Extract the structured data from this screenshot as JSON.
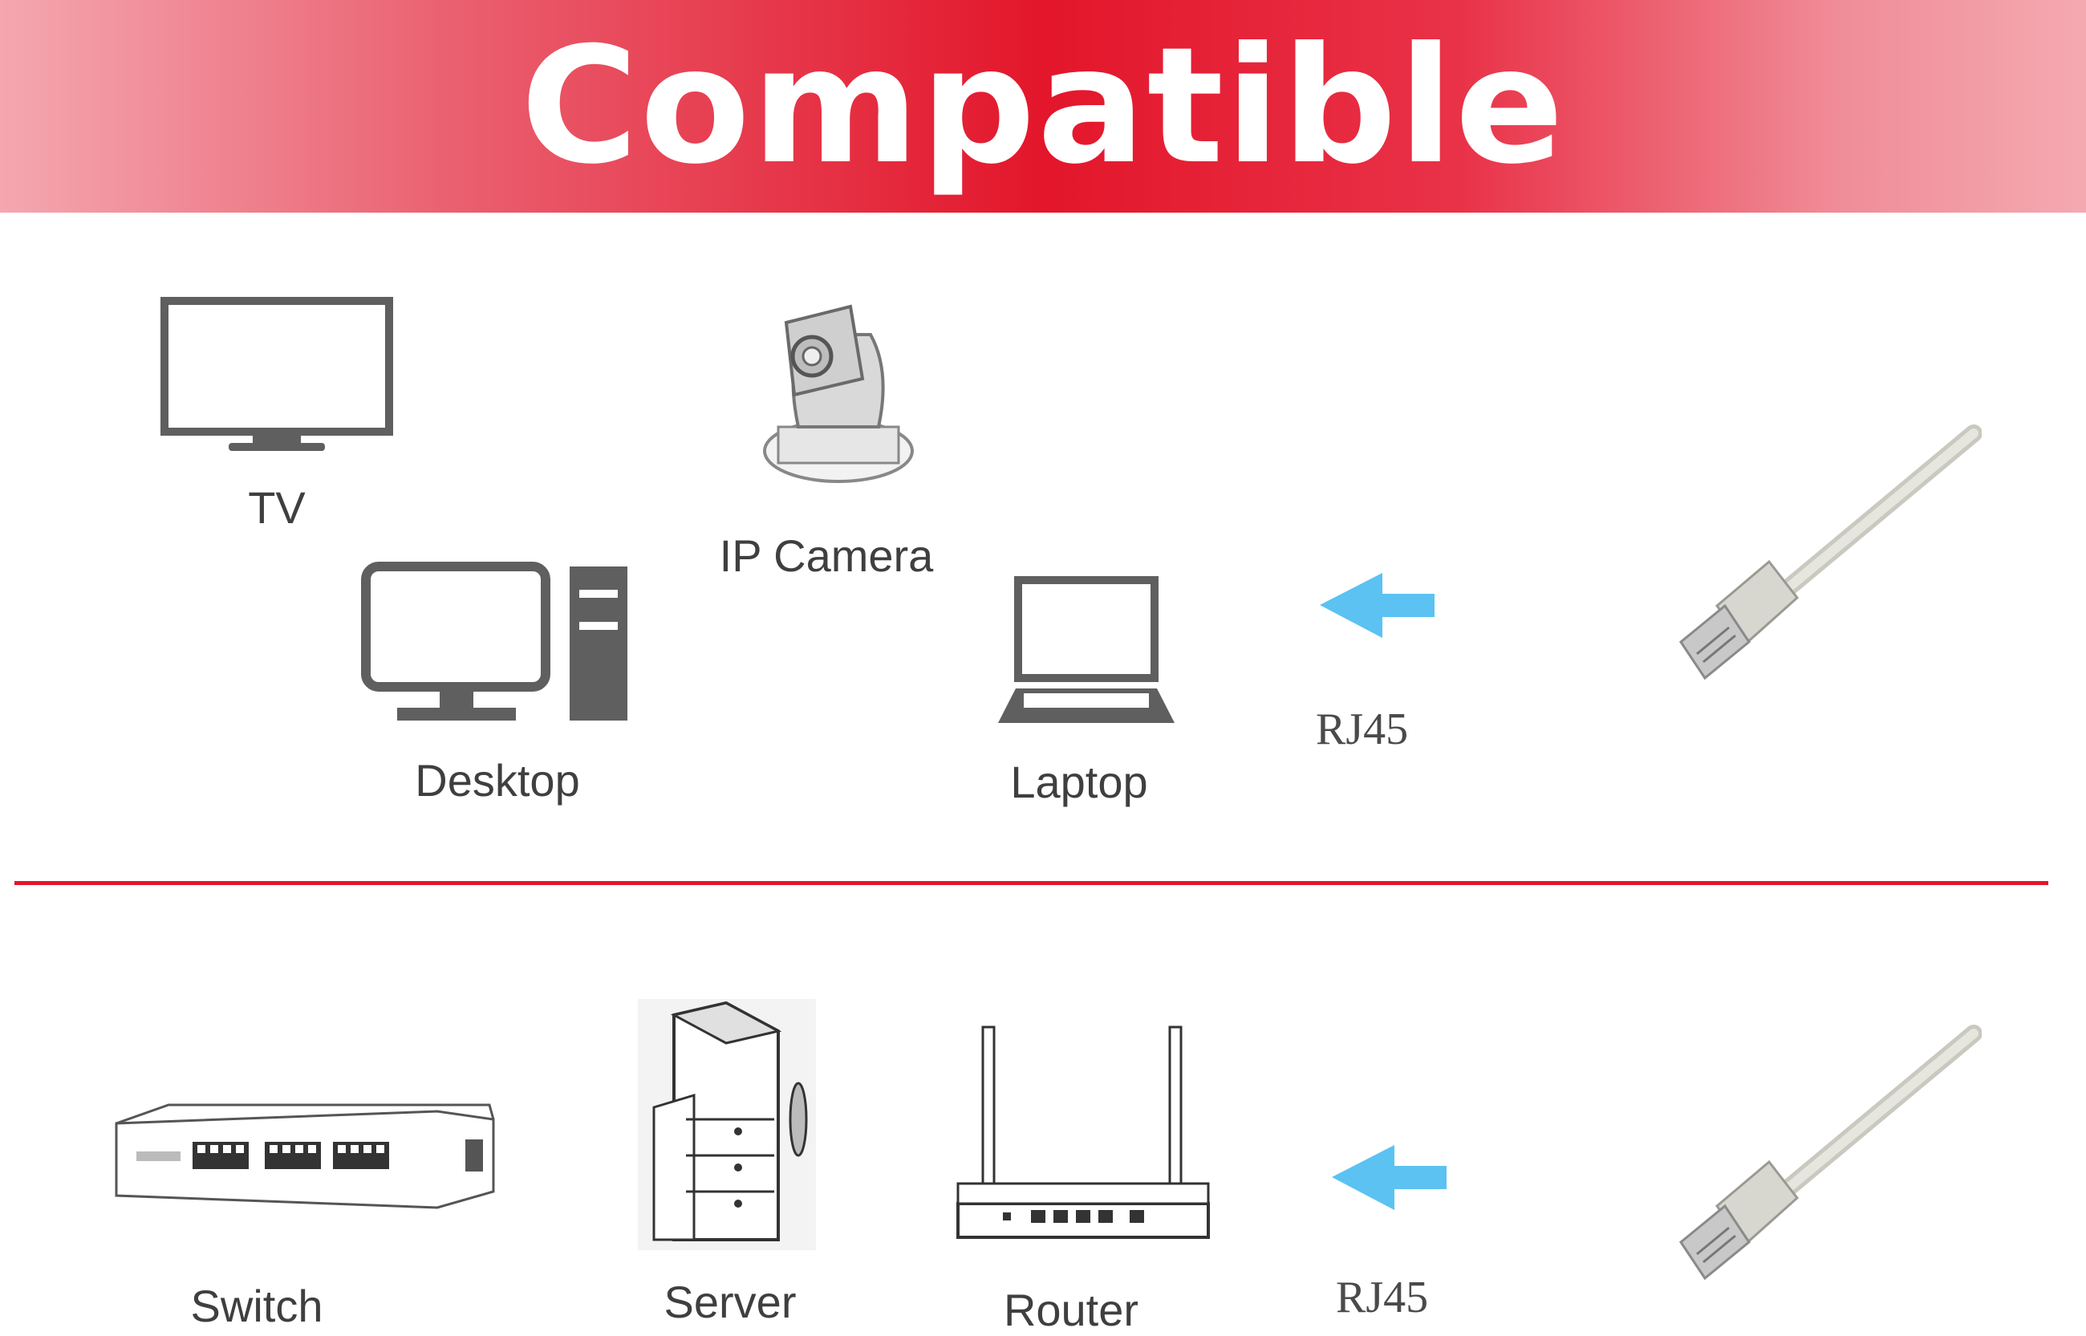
{
  "banner": {
    "title": "Compatible"
  },
  "top_section": {
    "devices": [
      {
        "label": "TV",
        "icon": "tv-icon"
      },
      {
        "label": "IP Camera",
        "icon": "ip-camera-icon"
      },
      {
        "label": "Desktop",
        "icon": "desktop-icon"
      },
      {
        "label": "Laptop",
        "icon": "laptop-icon"
      }
    ],
    "connector_label": "RJ45"
  },
  "bottom_section": {
    "devices": [
      {
        "label": "Switch",
        "icon": "switch-icon"
      },
      {
        "label": "Server",
        "icon": "server-icon"
      },
      {
        "label": "Router",
        "icon": "router-icon"
      }
    ],
    "connector_label": "RJ45"
  },
  "colors": {
    "banner_red": "#e3162b",
    "divider": "#e3162b",
    "icon_gray": "#5f5f5f",
    "arrow_blue": "#5bc2f2",
    "cable_gray": "#d8d8d0"
  }
}
